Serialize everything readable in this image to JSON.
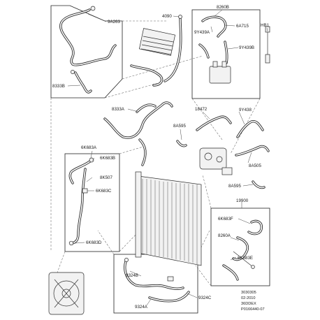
{
  "callouts": {
    "c9A263": "9A263",
    "c4090": "4090",
    "c8260B": "8260B",
    "cHB1": "HB1",
    "c9Y439A": "9Y439A",
    "c6A715": "6A715",
    "c9Y439B": "9Y439B",
    "c8333B": "8333B",
    "c8333A": "8333A",
    "c18472": "18472",
    "c9Y438": "9Y438",
    "c8A595a": "8A595",
    "c8A505": "8A505",
    "c8A595b": "8A595",
    "c6K683A": "6K683A",
    "c6K683B": "6K683B",
    "c8K507": "8K507",
    "c6K683C": "6K683C",
    "c6K683D": "6K683D",
    "c19900": "19900",
    "c6K683F": "6K683F",
    "c8260A": "8260A",
    "c6K683E": "6K683E",
    "c9324B": "9324B",
    "c9324A": "9324A",
    "c9324C": "9324C"
  },
  "footer": {
    "line1": "3030305",
    "line2": "02-2010",
    "line3": "36DDEX",
    "line4": "P0166440-07"
  }
}
